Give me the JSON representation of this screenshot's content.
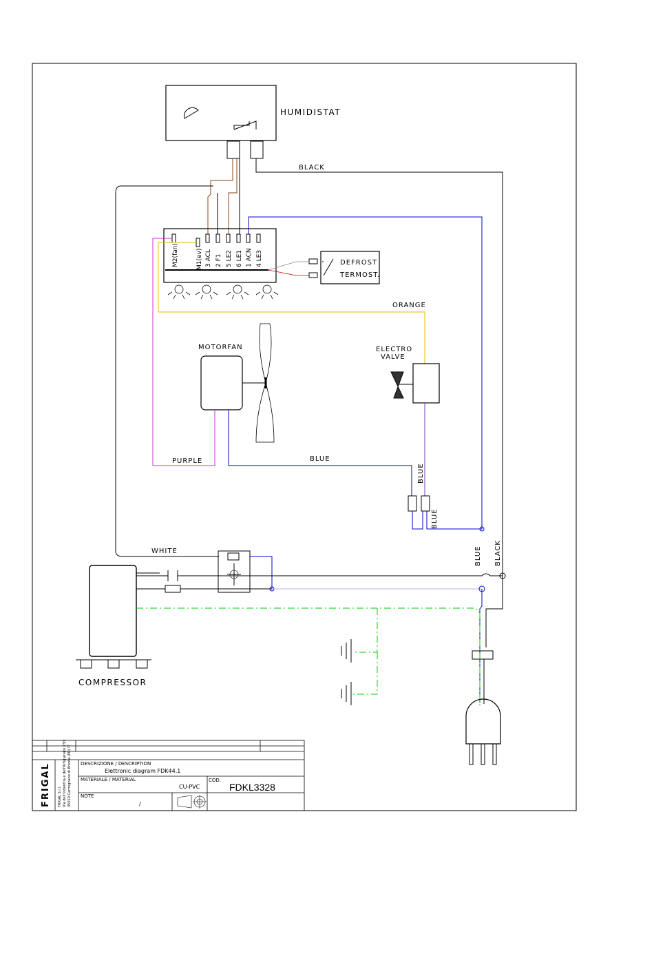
{
  "components": {
    "humidistat": "HUMIDISTAT",
    "defrost": "DEFROST",
    "termost": "TERMOST.",
    "motorfan": "MOTORFAN",
    "electro": "ELECTRO",
    "valve": "VALVE",
    "compressor": "COMPRESSOR"
  },
  "controller_pins": [
    "M2(fan)",
    "M1(ev)",
    "3 ACL",
    "2 F1",
    "5 LE2",
    "6 LE1",
    "1 ACN",
    "4 LE3"
  ],
  "wires": {
    "black_top": "BLACK",
    "orange": "ORANGE",
    "purple": "PURPLE",
    "blue_bottom": "BLUE",
    "blue_vertical_1": "BLUE",
    "blue_vertical_2": "BLUE",
    "white": "WHITE",
    "blue_right": "BLUE",
    "black_right": "BLACK"
  },
  "colors": {
    "black": "#000000",
    "brown": "#8b4513",
    "blue": "#0000cc",
    "orange": "#f0b400",
    "purple": "#cc33cc",
    "green": "#00cc00",
    "red": "#cc0000",
    "grey": "#888888"
  },
  "title_block": {
    "company_logo": "FRIGAL",
    "company_lines": [
      "FRIGAL S.r.l.",
      "Via dell'Industria e dell'Artigianato 23/c",
      "35010 Carmignano di Brenta (PD) IT"
    ],
    "description_label": "DESCRIZIONE / DESCRIPTION",
    "description_value": "Elettronic diagram FDK44.1",
    "material_label": "MATERIALE / MATERIAL",
    "material_value": "CU-PVC",
    "code_label": "COD.",
    "code_value": "FDKL3328",
    "note_label": "NOTE",
    "note_value": "/"
  }
}
